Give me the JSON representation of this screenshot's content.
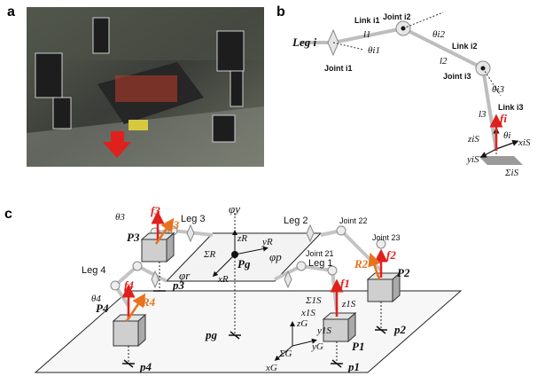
{
  "panels": {
    "a": "a",
    "b": "b",
    "c": "c"
  },
  "panel_b": {
    "leg": "Leg i",
    "joints": [
      "Joint i1",
      "Joint i2",
      "Joint i3"
    ],
    "links": [
      "Link i1",
      "Link i2",
      "Link i3"
    ],
    "lengths": [
      "l1",
      "l2",
      "l3"
    ],
    "angles": [
      "θi1",
      "θi2",
      "θi3",
      "θi"
    ],
    "force": "fi",
    "frame_axes": [
      "ziS",
      "xiS",
      "yiS"
    ],
    "frame": "ΣiS"
  },
  "panel_c": {
    "legs": [
      "Leg 1",
      "Leg 2",
      "Leg 3",
      "Leg 4"
    ],
    "joint_labels": [
      "Joint 21",
      "Joint 22",
      "Joint 23"
    ],
    "forces": [
      "f1",
      "f2",
      "f3",
      "f4"
    ],
    "moments": [
      "R2",
      "R3",
      "R4"
    ],
    "foot_points": [
      "P1",
      "P2",
      "P3",
      "P4"
    ],
    "ground_points": [
      "p1",
      "p2",
      "p3",
      "p4",
      "pg"
    ],
    "angles": [
      "θ3",
      "θ4"
    ],
    "body_frame": {
      "name": "ΣR",
      "x": "xR",
      "y": "yR",
      "z": "zR",
      "center": "Pg"
    },
    "rotations": [
      "φy",
      "φp",
      "φr"
    ],
    "ground_frame": {
      "name": "ΣG",
      "x": "xG",
      "y": "yG",
      "z": "zG"
    },
    "foot_frame": {
      "name": "Σ1S",
      "x": "x1S",
      "y": "y1S",
      "z": "z1S"
    }
  },
  "colors": {
    "force": "#e0201c",
    "moment": "#e8731c",
    "link": "#b8b8b8",
    "photo_bg": "#3a3d38"
  }
}
